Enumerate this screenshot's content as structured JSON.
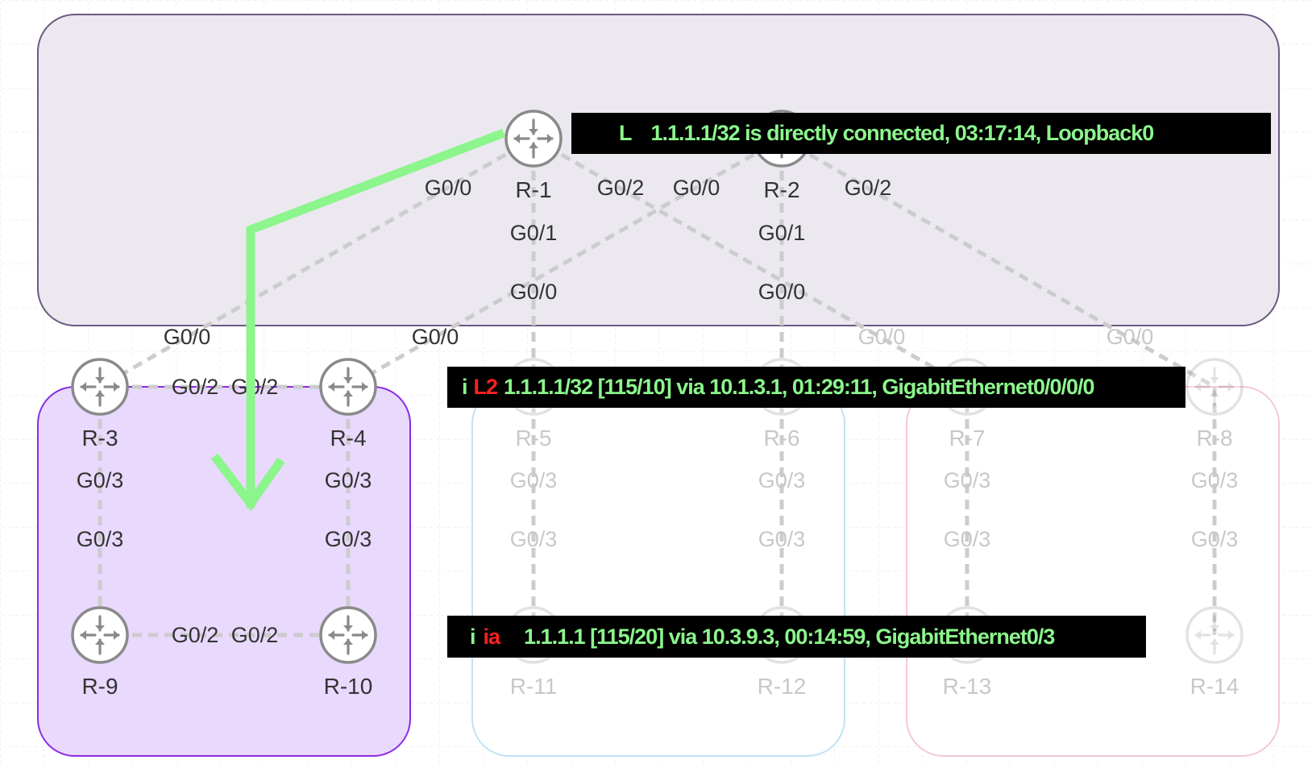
{
  "routers": {
    "r1": "R-1",
    "r2": "R-2",
    "r3": "R-3",
    "r4": "R-4",
    "r5": "R-5",
    "r6": "R-6",
    "r7": "R-7",
    "r8": "R-8",
    "r9": "R-9",
    "r10": "R-10",
    "r11": "R-11",
    "r12": "R-12",
    "r13": "R-13",
    "r14": "R-14"
  },
  "interfaces": {
    "g00": "G0/0",
    "g01": "G0/1",
    "g02": "G0/2",
    "g03": "G0/3"
  },
  "banners": {
    "local": {
      "code": "L",
      "route": "1.1.1.1/32 is directly connected, 03:17:14, Loopback0"
    },
    "level2": {
      "code": "i",
      "sub": "L2",
      "route": "1.1.1.1/32 [115/10] via 10.1.3.1, 01:29:11, GigabitEthernet0/0/0/0"
    },
    "interarea": {
      "code": "i",
      "sub": "ia",
      "route": "1.1.1.1 [115/20] via 10.3.9.3, 00:14:59, GigabitEthernet0/3"
    }
  },
  "colors": {
    "core_area": "#ebe8f0",
    "area_purple": "#e8d9fd",
    "area_purple_border": "#8a2be2",
    "area_blue_border": "#bfe3f5",
    "area_pink_border": "#f5c6dc",
    "path_highlight": "#8cf58c",
    "route_text": "#8cf58c",
    "route_subtype": "#ff2020"
  }
}
